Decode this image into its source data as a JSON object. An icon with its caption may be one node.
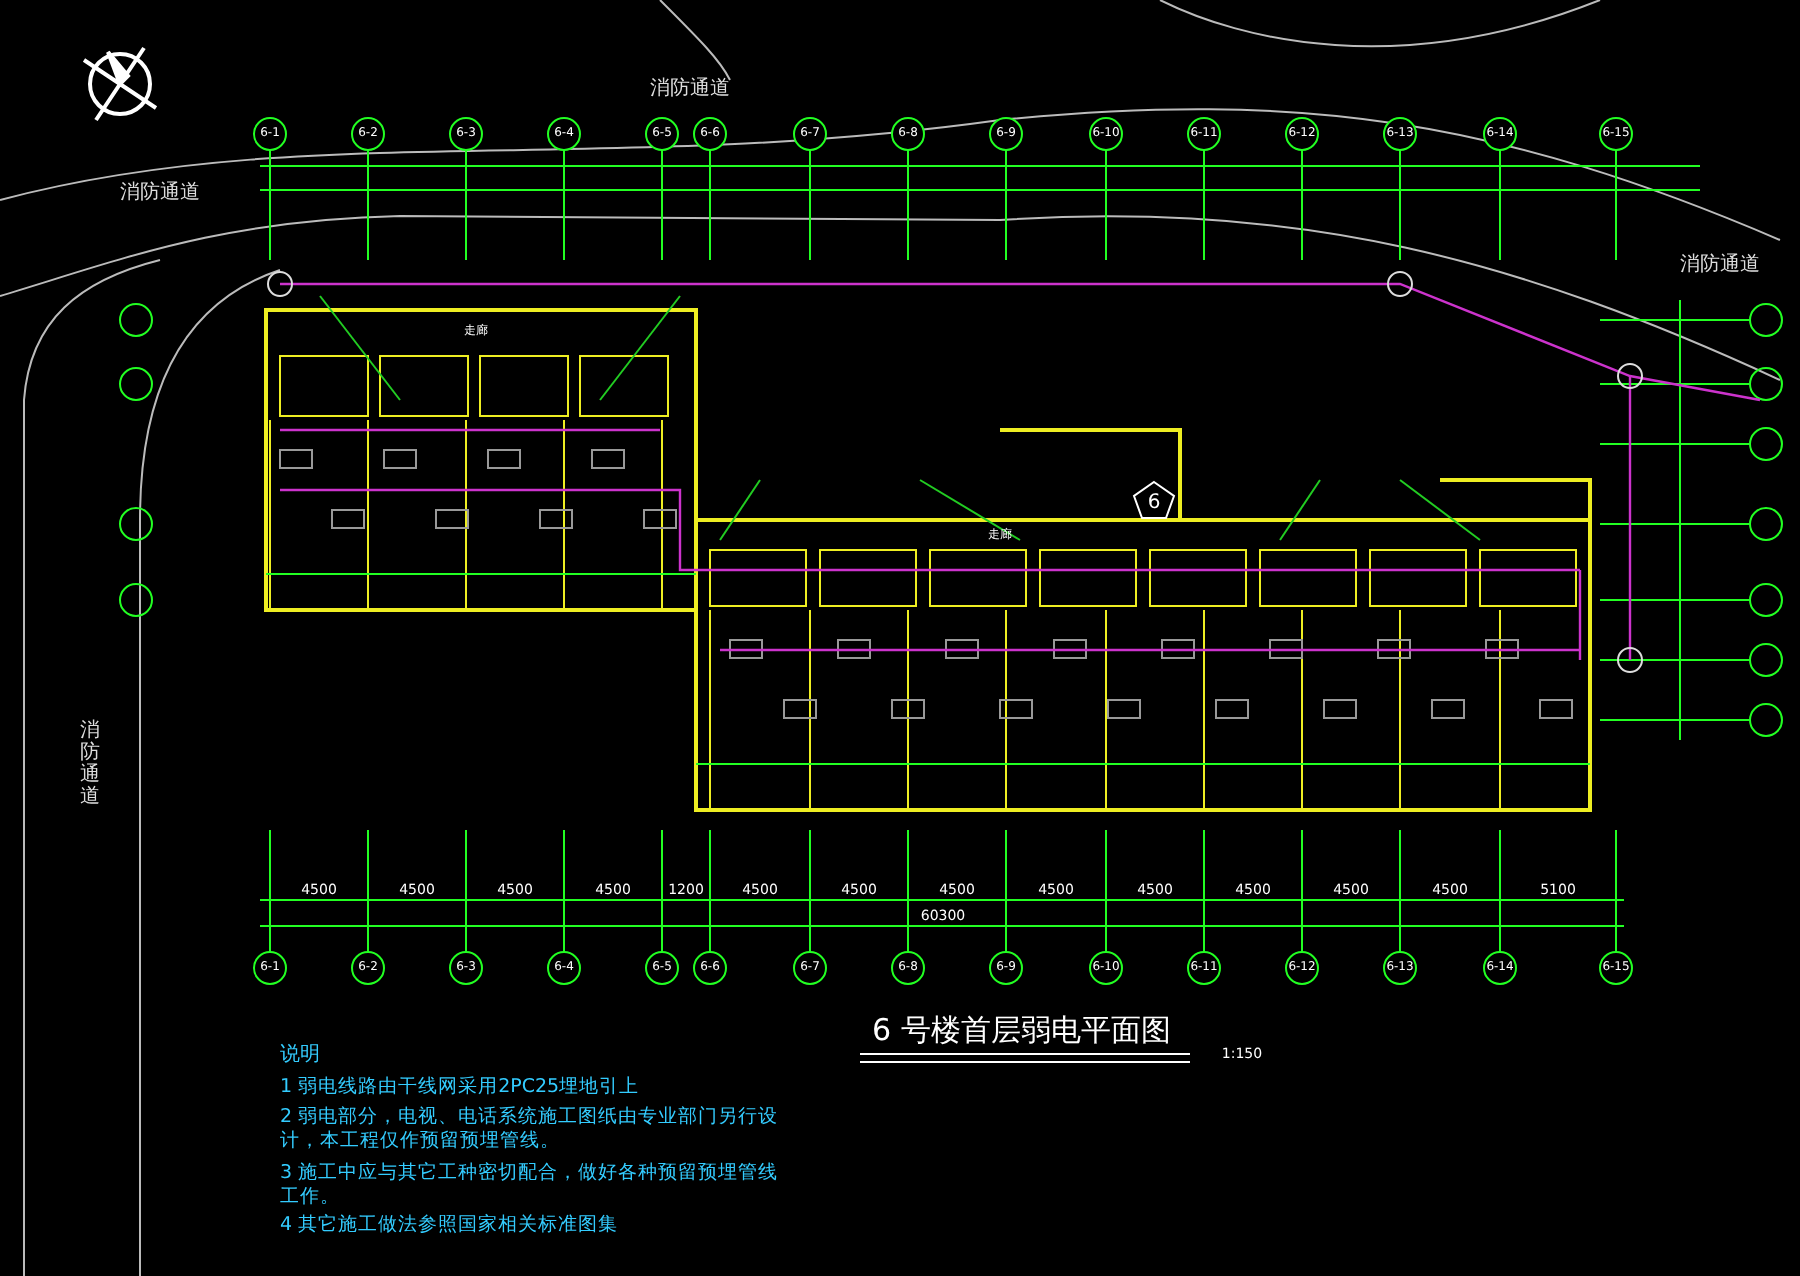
{
  "diagram": {
    "title": "6 号楼首层弱电平面图",
    "nodes": [
      {
        "text": [
          "6"
        ]
      }
    ],
    "labels": [
      "消防通道",
      "消防通道",
      "6-1",
      "6-2",
      "6-3",
      "6-4",
      "6-5",
      "6-6",
      "6-7",
      "6-8",
      "6-9",
      "6-10",
      "6-11",
      "6-12",
      "6-13",
      "6-14",
      "6-15",
      "消防通道",
      "走廊",
      "走廊",
      "消防通道",
      "4500",
      "4500",
      "4500",
      "4500",
      "1200",
      "4500",
      "4500",
      "4500",
      "4500",
      "4500",
      "4500",
      "4500",
      "4500",
      "5100",
      "60300",
      "6-1",
      "6-2",
      "6-3",
      "6-4",
      "6-5",
      "6-6",
      "6-7",
      "6-8",
      "6-9",
      "6-10",
      "6-11",
      "6-12",
      "6-13",
      "6-14",
      "6-15",
      "1:150",
      "说明",
      "1 弱电线路由干线网采用2PC25埋地引上",
      "2 弱电部分，电视、电话系统施工图纸由专业部门另行设计，本工程仅作预留预埋管线。",
      "3 施工中应与其它工种密切配合，做好各种预留预埋管线工作。",
      "4 其它施工做法参照国家相关标准图集"
    ]
  }
}
